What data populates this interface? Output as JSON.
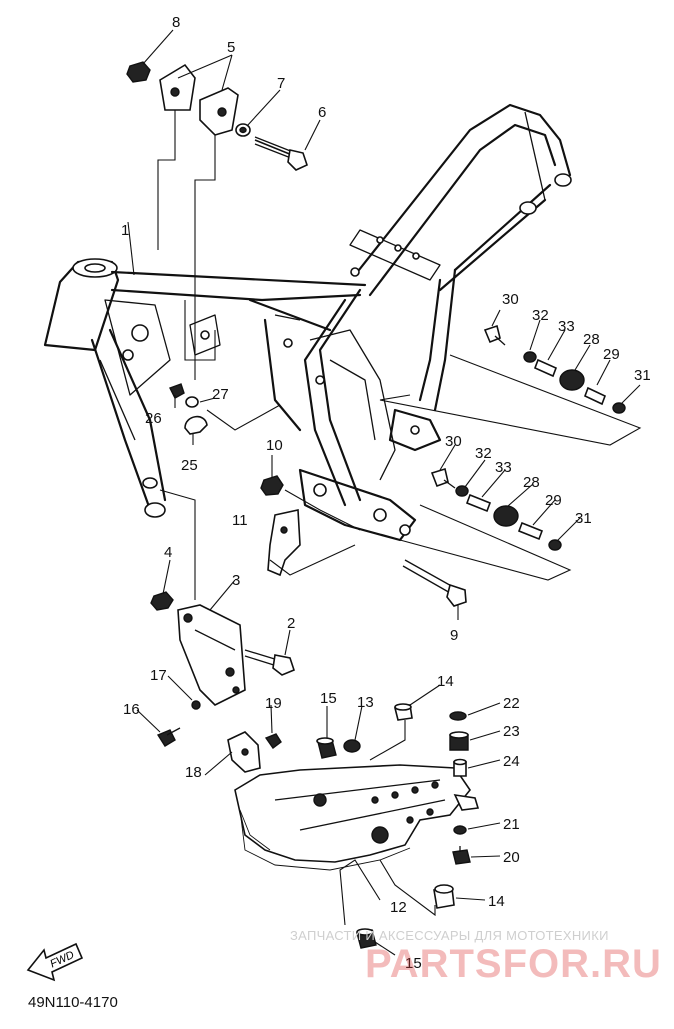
{
  "diagram": {
    "code": "49N110-4170",
    "fwd_label": "FWD",
    "watermark": {
      "text": "ЗАПЧАСТИ И АКСЕССУАРЫ ДЛЯ МОТОТЕХНИКИ",
      "logo": "PARTSFOR.RU"
    }
  },
  "callouts": {
    "c1": "1",
    "c2": "2",
    "c3": "3",
    "c4": "4",
    "c5": "5",
    "c6": "6",
    "c7": "7",
    "c8": "8",
    "c9": "9",
    "c10": "10",
    "c11": "11",
    "c12": "12",
    "c13": "13",
    "c14a": "14",
    "c14b": "14",
    "c15a": "15",
    "c15b": "15",
    "c16": "16",
    "c17": "17",
    "c18": "18",
    "c19": "19",
    "c20": "20",
    "c21": "21",
    "c22": "22",
    "c23": "23",
    "c24": "24",
    "c25": "25",
    "c26": "26",
    "c27": "27",
    "c28a": "28",
    "c28b": "28",
    "c29a": "29",
    "c29b": "29",
    "c30a": "30",
    "c30b": "30",
    "c31a": "31",
    "c31b": "31",
    "c32a": "32",
    "c32b": "32",
    "c33a": "33",
    "c33b": "33"
  }
}
